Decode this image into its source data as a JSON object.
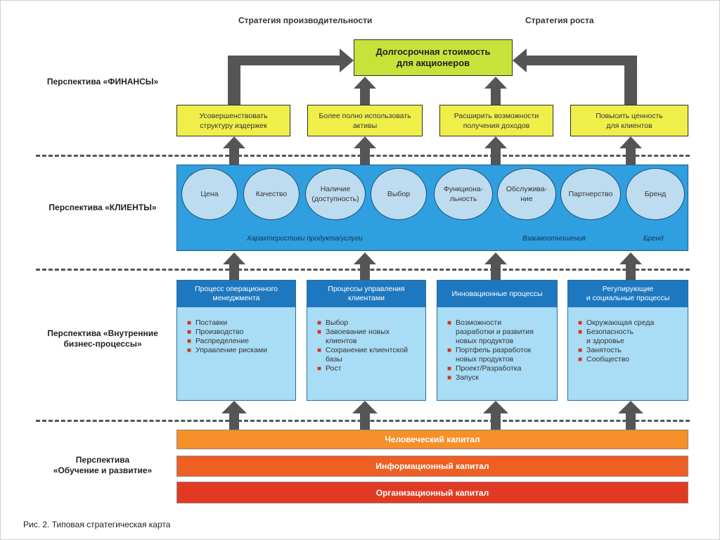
{
  "strategies": {
    "productivity": "Стратегия производительности",
    "growth": "Стратегия роста"
  },
  "perspectives": {
    "finance": "Перспектива «ФИНАНСЫ»",
    "clients": "Перспектива «КЛИЕНТЫ»",
    "internal": [
      "Перспектива «Внутренние",
      "бизнес-процессы»"
    ],
    "learning": [
      "Перспектива",
      "«Обучение и развитие»"
    ]
  },
  "goal": [
    "Долгосрочная стоимость",
    "для акционеров"
  ],
  "finance_boxes": [
    {
      "lines": [
        "Усовершенствовать",
        "структуру издержек"
      ]
    },
    {
      "lines": [
        "Более полно использовать",
        "активы"
      ]
    },
    {
      "lines": [
        "Расширить возможности",
        "получения доходов"
      ]
    },
    {
      "lines": [
        "Повысить ценность",
        "для клиентов"
      ]
    }
  ],
  "client_attributes": [
    {
      "lines": [
        "Цена"
      ]
    },
    {
      "lines": [
        "Качество"
      ]
    },
    {
      "lines": [
        "Наличие",
        "(доступность)"
      ]
    },
    {
      "lines": [
        "Выбор"
      ]
    },
    {
      "lines": [
        "Функциона-",
        "льность"
      ]
    },
    {
      "lines": [
        "Обслужива-",
        "ние"
      ]
    },
    {
      "lines": [
        "Партнерство"
      ]
    },
    {
      "lines": [
        "Бренд"
      ]
    }
  ],
  "client_groups": {
    "product": "Характеристики продукта/услуги",
    "relationship": "Взаимоотношения",
    "brand": "Бренд"
  },
  "processes": [
    {
      "title": [
        "Процесс операционного",
        "менеджмента"
      ],
      "items": [
        [
          "Поставки"
        ],
        [
          "Производство"
        ],
        [
          "Распределение"
        ],
        [
          "Управление рисками"
        ]
      ]
    },
    {
      "title": [
        "Процессы управления",
        "клиентами"
      ],
      "items": [
        [
          "Выбор"
        ],
        [
          "Завоевание новых",
          "клиентов"
        ],
        [
          "Сохранение клиентской",
          "базы"
        ],
        [
          "Рост"
        ]
      ]
    },
    {
      "title": [
        "Инновационные процессы"
      ],
      "items": [
        [
          "Возможности",
          "разработки и развития",
          "новых продуктов"
        ],
        [
          "Портфель разработок",
          "новых продуктов"
        ],
        [
          "Проект/Разработка"
        ],
        [
          "Запуск"
        ]
      ]
    },
    {
      "title": [
        "Регулирующие",
        "и социальные процессы"
      ],
      "items": [
        [
          "Окружающая среда"
        ],
        [
          "Безопасность",
          "и здоровье"
        ],
        [
          "Занятость"
        ],
        [
          "Сообщество"
        ]
      ]
    }
  ],
  "capitals": [
    {
      "label": "Человеческий капитал",
      "color": "#f5902a"
    },
    {
      "label": "Информационный капитал",
      "color": "#ee5f24"
    },
    {
      "label": "Организационный капитал",
      "color": "#e23a22"
    }
  ],
  "caption": "Рис. 2. Типовая стратегическая карта",
  "colors": {
    "goal": "#c7e33a",
    "finance_box": "#f0ef4a",
    "clients_panel": "#2f9fe0",
    "process_box": "#a9dcf5",
    "process_header": "#1e78c0",
    "arrow": "#555555"
  }
}
